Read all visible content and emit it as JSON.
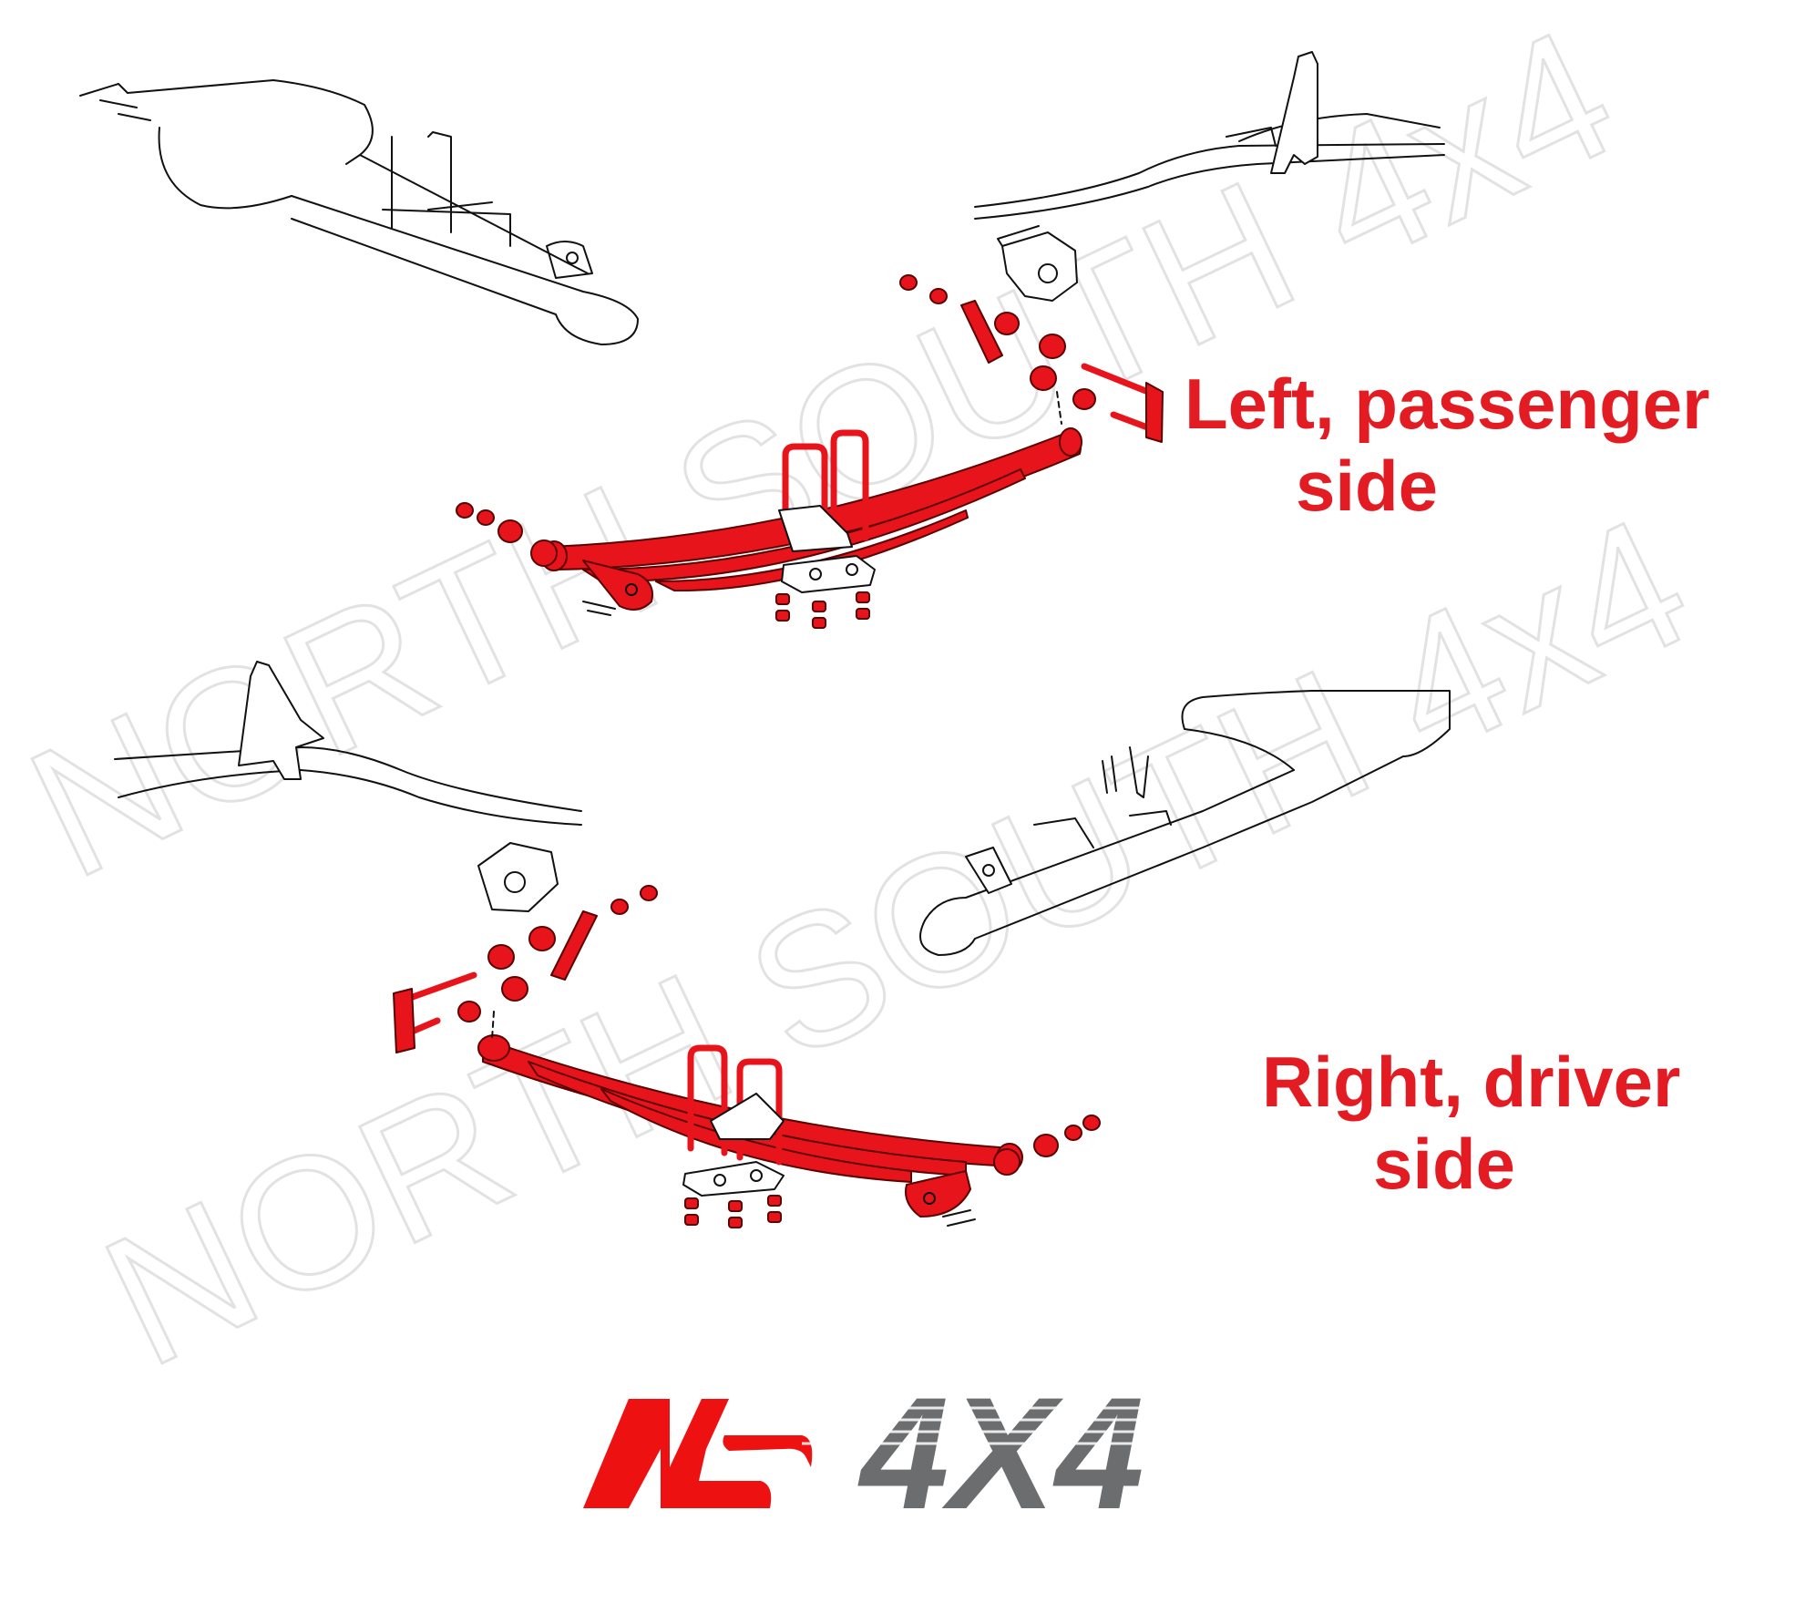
{
  "labels": {
    "top": {
      "line1": "Left, passenger",
      "line2": "side"
    },
    "bottom": {
      "line1": "Right, driver",
      "line2": "side"
    }
  },
  "watermark": {
    "text": "NORTH SOUTH 4x4"
  },
  "logo": {
    "part1": "NS",
    "part2": "4X4"
  },
  "colors": {
    "highlight": "#e8141c",
    "label": "#e31b23",
    "logo_gray": "#6b6d6e",
    "logo_red": "#ee1111"
  }
}
